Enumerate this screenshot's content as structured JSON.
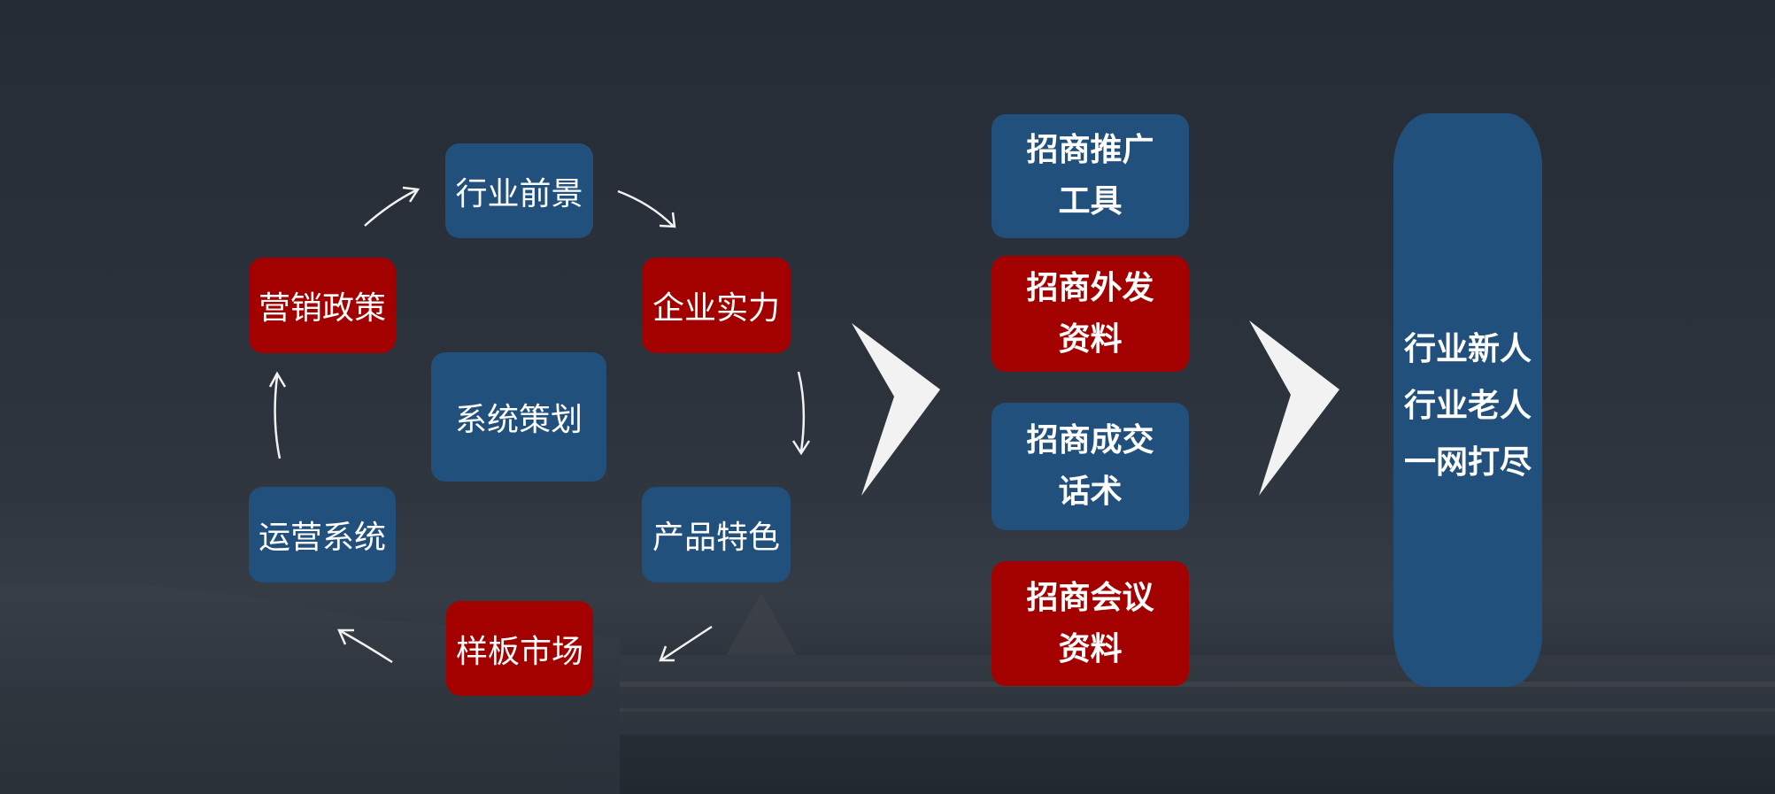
{
  "cycle": {
    "center": "系统策划",
    "nodes": [
      "行业前景",
      "企业实力",
      "产品特色",
      "样板市场",
      "运营系统",
      "营销政策"
    ]
  },
  "tools": [
    {
      "line1": "招商推广",
      "line2": "工具"
    },
    {
      "line1": "招商外发",
      "line2": "资料"
    },
    {
      "line1": "招商成交",
      "line2": "话术"
    },
    {
      "line1": "招商会议",
      "line2": "资料"
    }
  ],
  "result": {
    "lines": [
      "行业新人",
      "行业老人",
      "一网打尽"
    ]
  },
  "colors": {
    "blue": "#22507d",
    "red": "#a30000",
    "background": "#2b323c"
  }
}
